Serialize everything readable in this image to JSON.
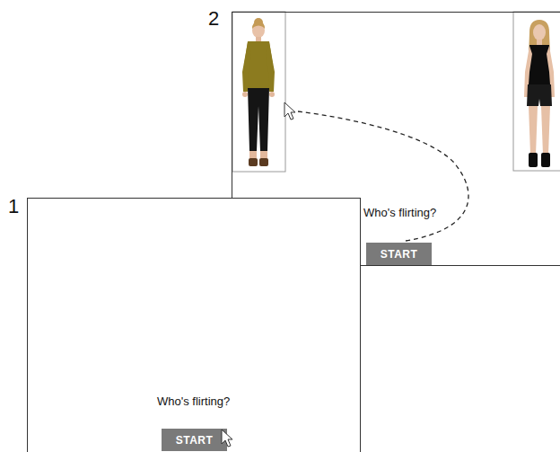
{
  "diagram": {
    "nodes": [
      {
        "text": [
          "2",
          "Who's flirting?"
        ]
      },
      {
        "text": [
          "START"
        ],
        "in": 0
      },
      {
        "text": [
          "1",
          "Who's flirting?"
        ]
      },
      {
        "text": [
          "START"
        ],
        "in": 2
      }
    ]
  }
}
